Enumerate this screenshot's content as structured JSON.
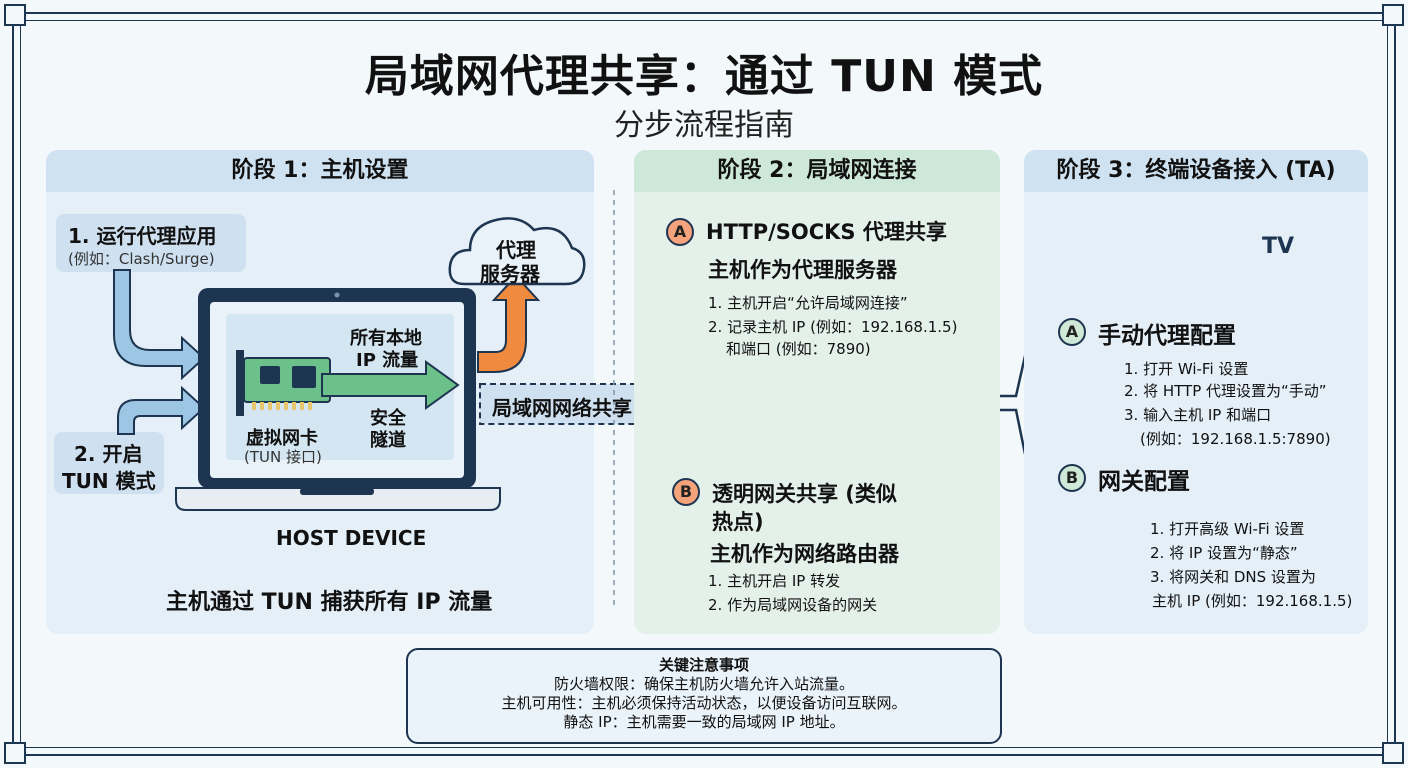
{
  "title": "局域网代理共享：通过 TUN 模式",
  "subtitle": "分步流程指南",
  "stage1": {
    "heading": "阶段 1：主机设置",
    "step1_title": "1. 运行代理应用",
    "step1_example": "(例如：Clash/Surge)",
    "step2_line1": "2. 开启",
    "step2_line2": "TUN 模式",
    "cloud_line1": "代理",
    "cloud_line2": "服务器",
    "traffic_line1": "所有本地",
    "traffic_line2": "IP 流量",
    "tunnel_line1": "安全",
    "tunnel_line2": "隧道",
    "nic_line1": "虚拟网卡",
    "nic_line2": "(TUN 接口)",
    "device_label": "HOST DEVICE",
    "caption": "主机通过 TUN 捕获所有 IP 流量",
    "share_arrow_label": "局域网网络共享"
  },
  "stage2": {
    "heading": "阶段 2：局域网连接",
    "a_badge": "A",
    "a_title": "HTTP/SOCKS 代理共享",
    "a_subtitle": "主机作为代理服务器",
    "a_step1": "1. 主机开启“允许局域网连接”",
    "a_step2": "2. 记录主机 IP (例如：192.168.1.5)",
    "a_step2b": "和端口 (例如：7890)",
    "b_badge": "B",
    "b_title_line1": "透明网关共享 (类似",
    "b_title_line2": "热点)",
    "b_subtitle": "主机作为网络路由器",
    "b_step1": "1. 主机开启 IP 转发",
    "b_step2": "2. 作为局域网设备的网关"
  },
  "stage3": {
    "heading": "阶段 3：终端设备接入 (TA)",
    "tv_label": "TV",
    "a_badge": "A",
    "a_title": "手动代理配置",
    "a_step1": "1. 打开 Wi-Fi 设置",
    "a_step2": "2. 将 HTTP 代理设置为“手动”",
    "a_step3": "3. 输入主机 IP 和端口",
    "a_step3b": "(例如：192.168.1.5:7890)",
    "b_badge": "B",
    "b_title": "网关配置",
    "b_step1": "1. 打开高级 Wi-Fi 设置",
    "b_step2": "2. 将 IP 设置为“静态”",
    "b_step3": "3. 将网关和 DNS 设置为",
    "b_step3b": "主机 IP (例如：192.168.1.5)"
  },
  "notes": {
    "heading": "关键注意事项",
    "line1": "防火墙权限：确保主机防火墙允许入站流量。",
    "line2": "主机可用性：主机必须保持活动状态，以便设备访问互联网。",
    "line3": "静态 IP：主机需要一致的局域网 IP 地址。"
  },
  "colors": {
    "navy": "#1d3550",
    "green_arrow": "#6cc08a",
    "orange_arrow": "#f08a3e",
    "blue_arrow": "#9cc6e4",
    "badge_orange": "#f4a37a",
    "panel_blue": "#e4eff8",
    "panel_green": "#e4f1ea"
  }
}
